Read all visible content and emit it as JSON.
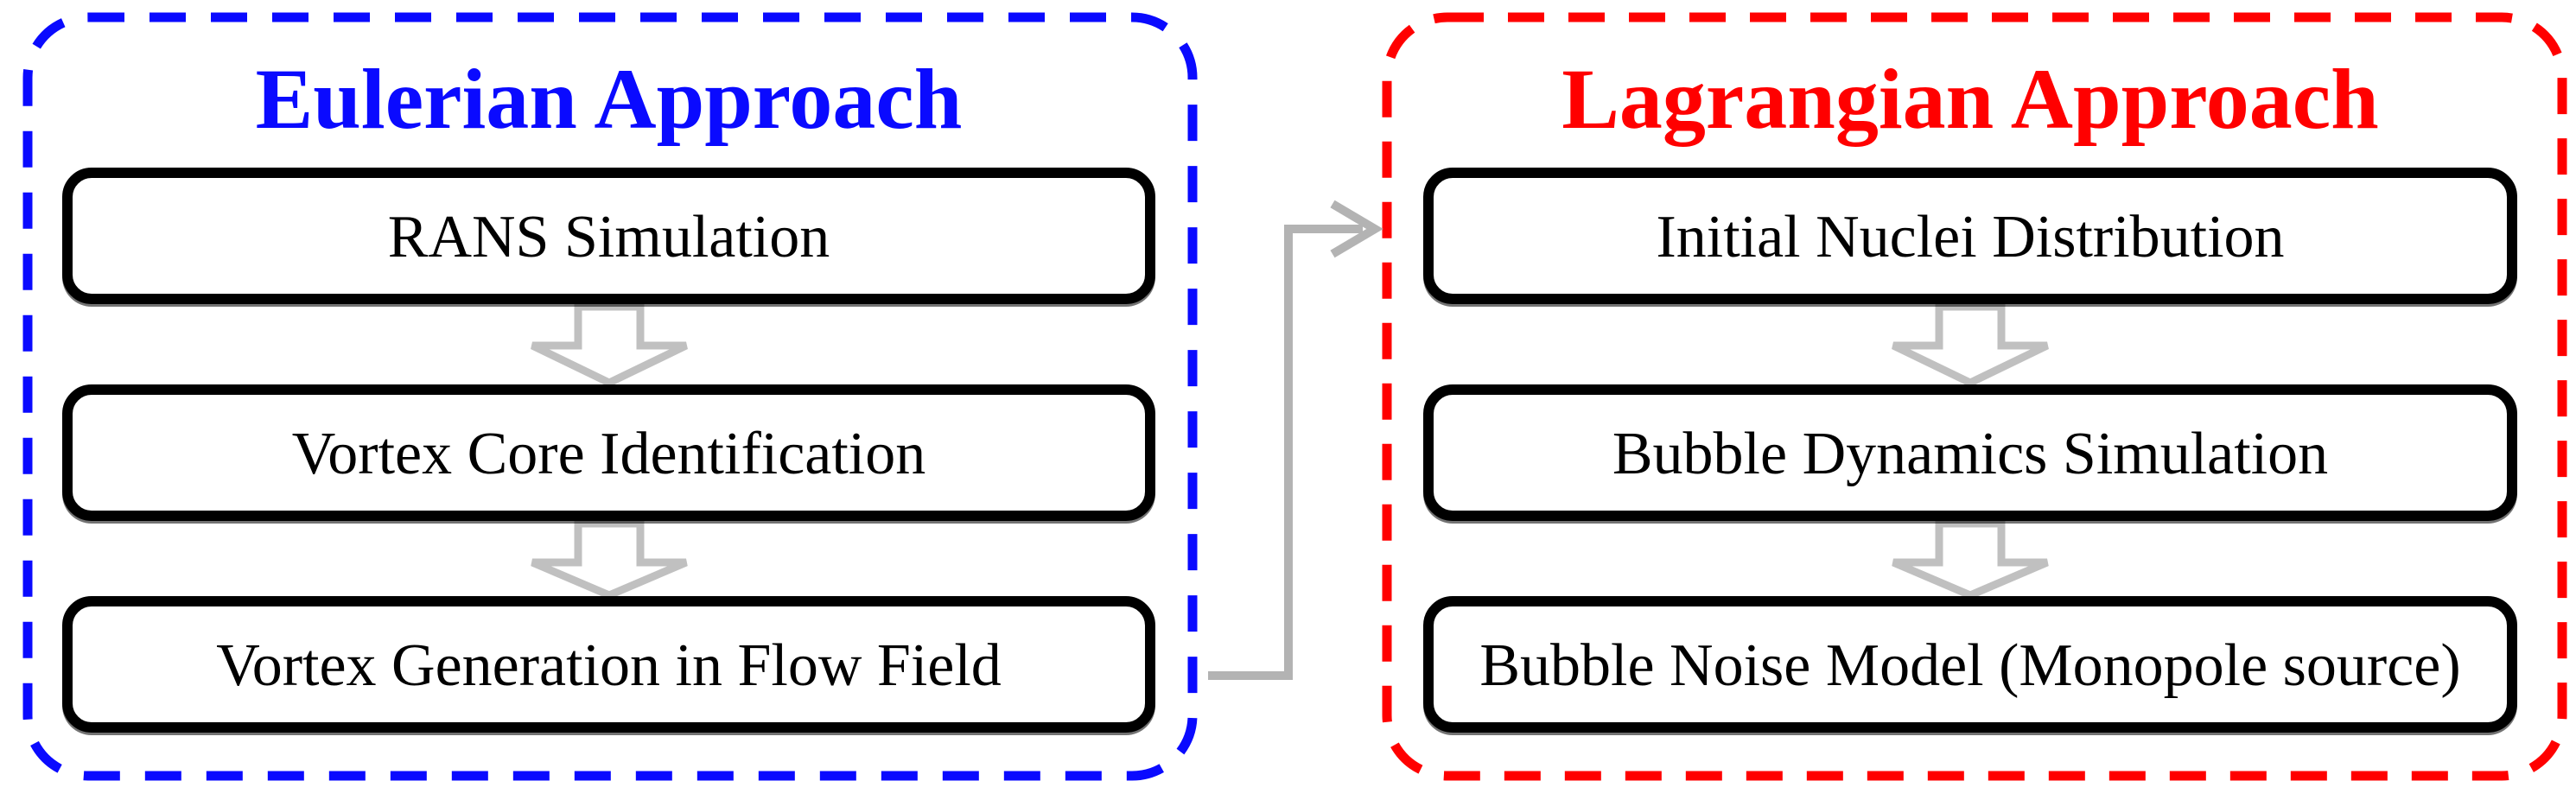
{
  "diagram": {
    "background": "#ffffff",
    "panels": [
      {
        "key": "eulerian",
        "title": "Eulerian Approach",
        "accent_color": "#0a0aff",
        "steps": [
          {
            "label": "RANS Simulation"
          },
          {
            "label": "Vortex Core Identification"
          },
          {
            "label": "Vortex Generation in Flow Field"
          }
        ]
      },
      {
        "key": "lagrangian",
        "title": "Lagrangian Approach",
        "accent_color": "#ff0000",
        "steps": [
          {
            "label": "Initial Nuclei Distribution"
          },
          {
            "label": "Bubble Dynamics Simulation"
          },
          {
            "label": "Bubble Noise Model (Monopole source)"
          }
        ]
      }
    ],
    "connector": {
      "from": "Vortex Generation in Flow Field",
      "to": "Initial Nuclei Distribution"
    },
    "colors": {
      "box_border": "#000000",
      "step_text": "#000000",
      "flow_arrow_outline": "#c0c0c0",
      "flow_arrow_fill": "#ffffff",
      "connector_line": "#b3b3b3"
    },
    "icons": {
      "down_arrow": "down-arrow-icon",
      "cross_link_arrow": "right-arrow-icon"
    }
  }
}
